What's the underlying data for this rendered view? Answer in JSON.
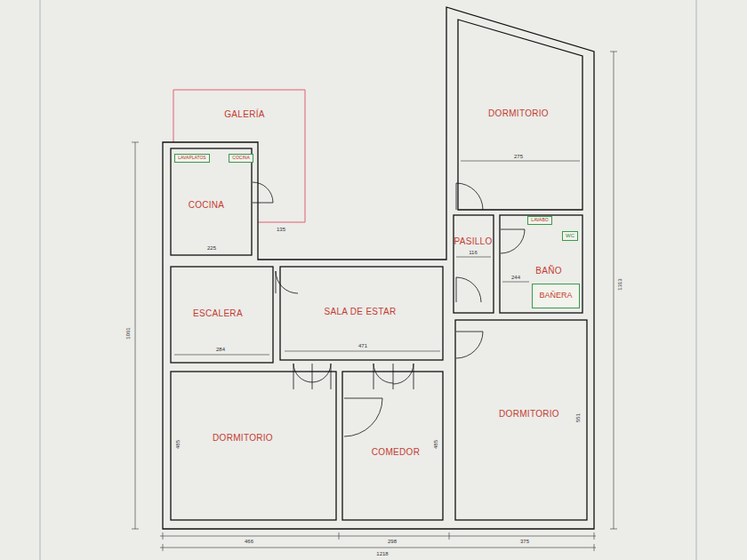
{
  "diagram": {
    "nodes": [
      {
        "text": [
          "GALERÍA"
        ]
      },
      {
        "text": [
          "DORMITORIO"
        ]
      },
      {
        "text": [
          "COCINA"
        ]
      },
      {
        "text": [
          "LAVAPLATOS"
        ],
        "in": 2
      },
      {
        "text": [
          "COCINA"
        ],
        "in": 2
      },
      {
        "text": [
          "PASILLO"
        ]
      },
      {
        "text": [
          "BAÑO"
        ]
      },
      {
        "text": [
          "LAVABO"
        ],
        "in": 6
      },
      {
        "text": [
          "WC"
        ],
        "in": 6
      },
      {
        "text": [
          "BAÑERA"
        ],
        "in": 6
      },
      {
        "text": [
          "ESCALERA"
        ]
      },
      {
        "text": [
          "SALA DE ESTAR"
        ]
      },
      {
        "text": [
          "DORMITORIO"
        ]
      },
      {
        "text": [
          "DORMITORIO"
        ]
      },
      {
        "text": [
          "COMEDOR"
        ]
      }
    ],
    "labels": [
      "225",
      "135",
      "284",
      "471",
      "116",
      "244",
      "275",
      "466",
      "298",
      "375",
      "1218",
      "1061",
      "1313",
      "485",
      "485",
      "551"
    ]
  }
}
